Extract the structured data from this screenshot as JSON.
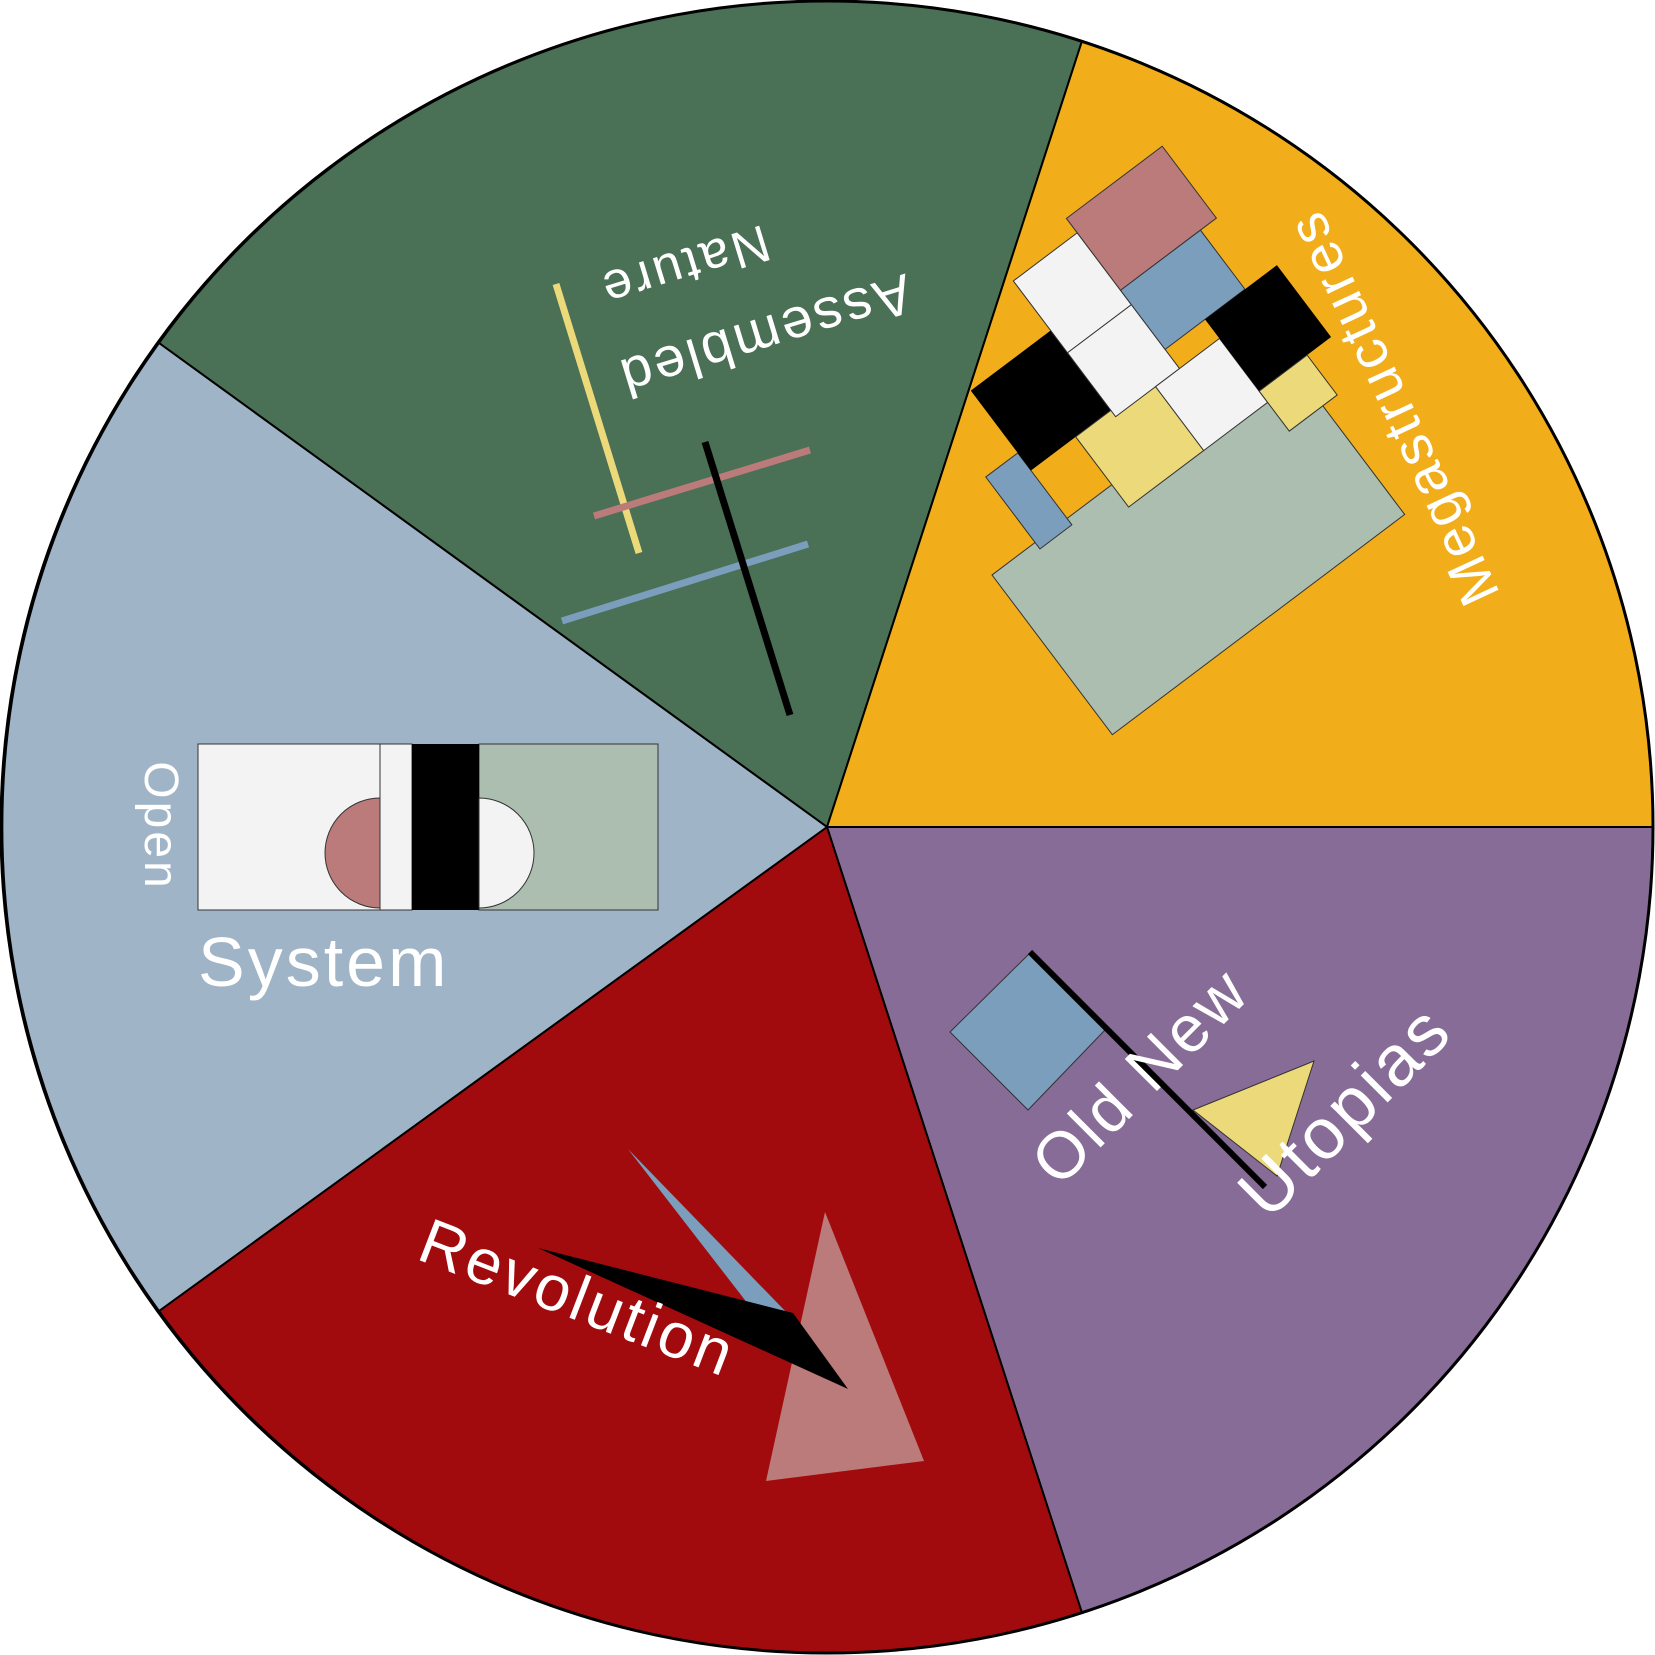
{
  "colors": {
    "outline": "#000000",
    "green": "#4a7055",
    "orange": "#f2ad1a",
    "purple": "#886c98",
    "red": "#a20b0d",
    "slate": "#a0b4c8",
    "pink": "#bb7b7b",
    "blue": "#7b9ebc",
    "yellow": "#ecda7a",
    "white": "#f3f3f3",
    "sage": "#abbeb0",
    "black": "#000000",
    "label": "#ffffff"
  },
  "segments": [
    {
      "id": "assembled-nature",
      "label_lines": [
        "Assembled",
        "Nature"
      ]
    },
    {
      "id": "megastructures",
      "label_lines": [
        "Megastructures"
      ]
    },
    {
      "id": "old-new-utopias",
      "label_lines": [
        "Old New",
        "Utopias"
      ]
    },
    {
      "id": "revolution",
      "label_lines": [
        "Revolution"
      ]
    },
    {
      "id": "open-system",
      "label_lines": [
        "Open",
        "System"
      ]
    }
  ]
}
